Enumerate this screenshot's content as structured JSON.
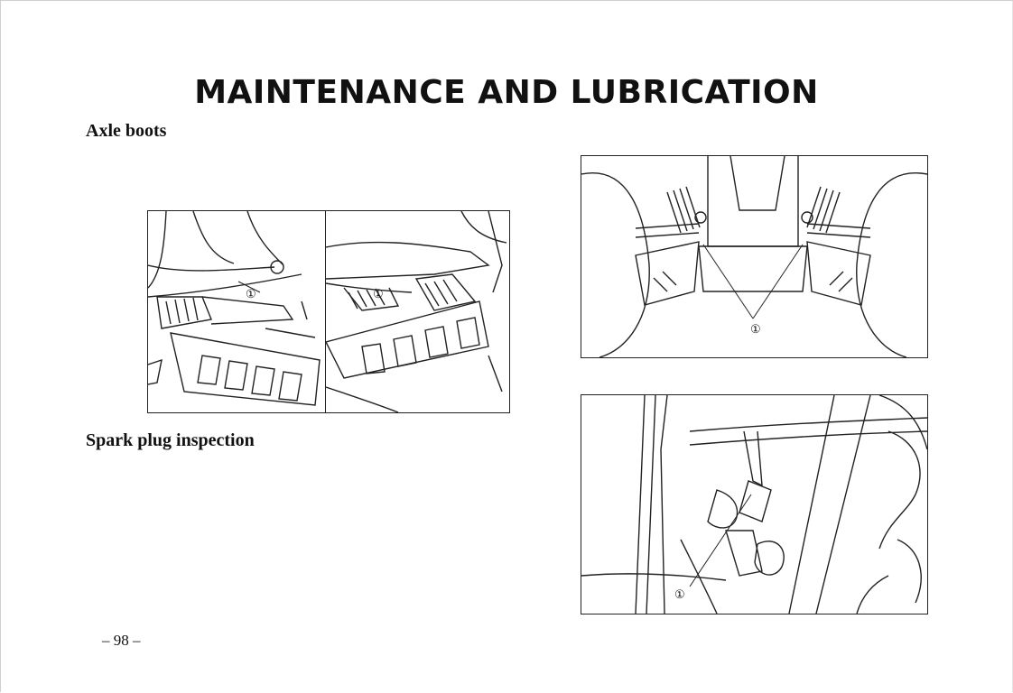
{
  "header": {
    "title": "MAINTENANCE AND LUBRICATION"
  },
  "sections": {
    "axle_boots": "Axle boots",
    "spark_plug": "Spark plug inspection"
  },
  "figures": {
    "axle_left": {
      "callout": "①",
      "icon": "axle-boot-left-illustration"
    },
    "axle_right": {
      "callout": "①",
      "icon": "axle-boot-right-illustration"
    },
    "axle_rear": {
      "callout": "①",
      "icon": "rear-axle-boots-illustration"
    },
    "spark": {
      "callout": "①",
      "icon": "spark-plug-illustration"
    }
  },
  "footer": {
    "page_number": "– 98 –"
  }
}
